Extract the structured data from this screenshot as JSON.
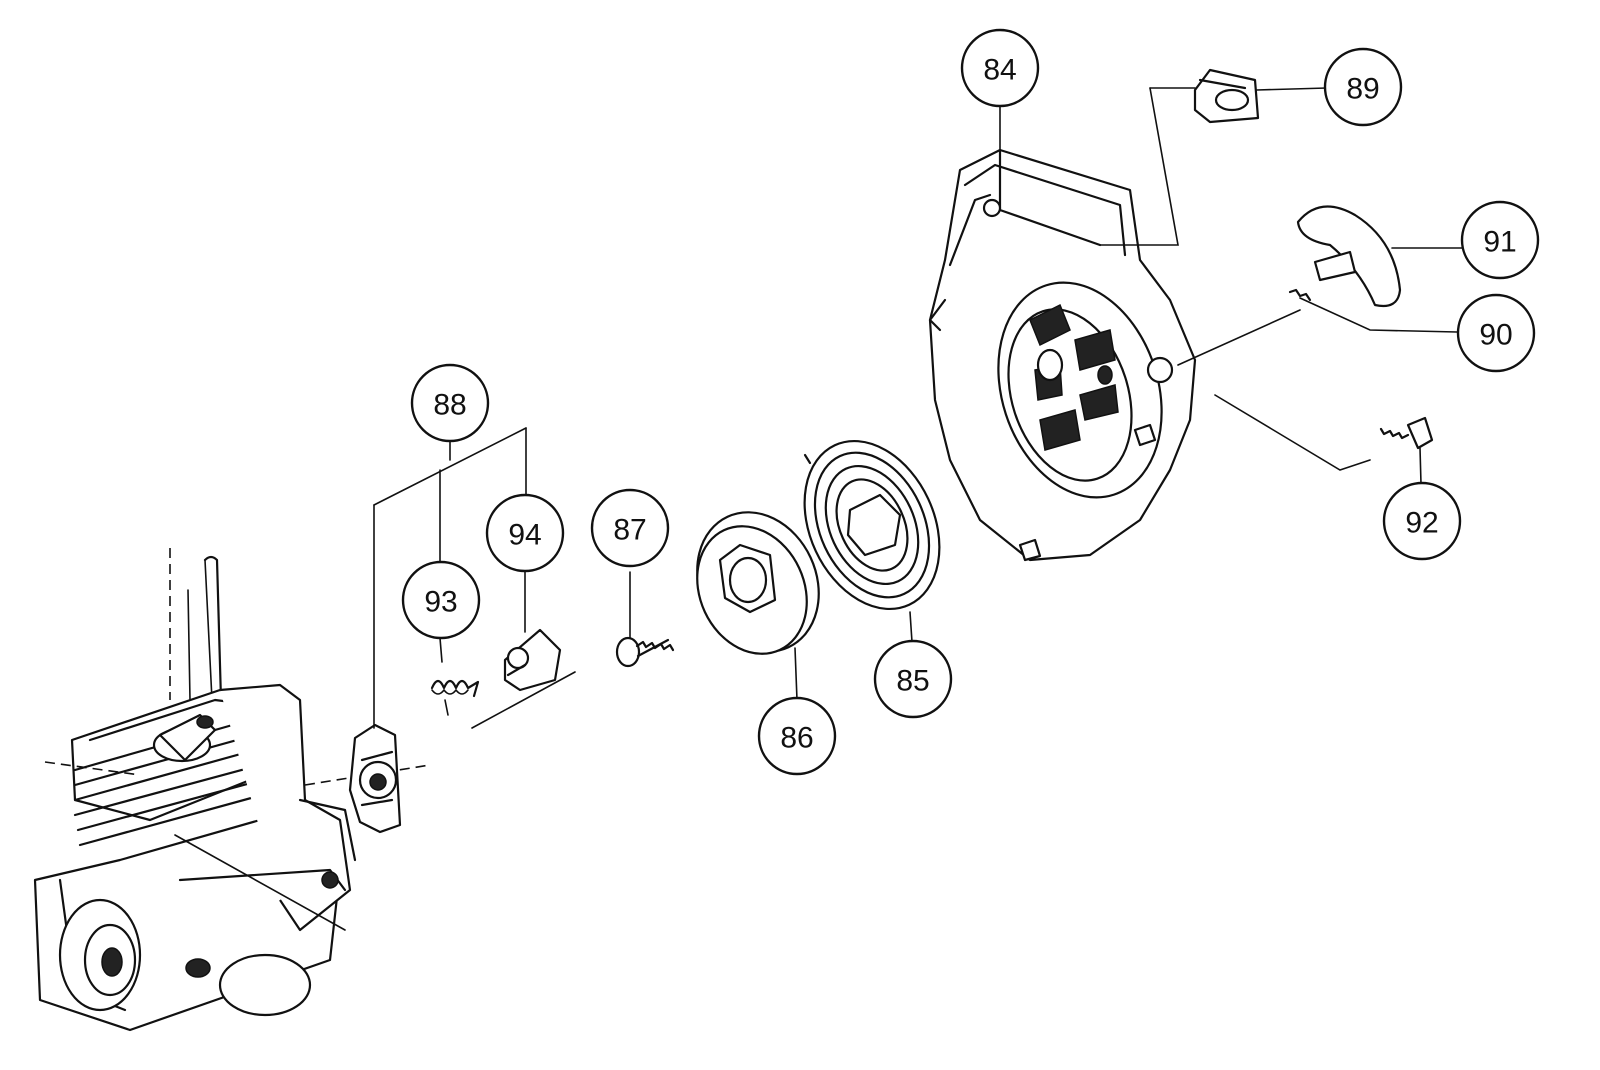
{
  "callouts": {
    "c84": "84",
    "c85": "85",
    "c86": "86",
    "c87": "87",
    "c88": "88",
    "c89": "89",
    "c90": "90",
    "c91": "91",
    "c92": "92",
    "c93": "93",
    "c94": "94"
  }
}
